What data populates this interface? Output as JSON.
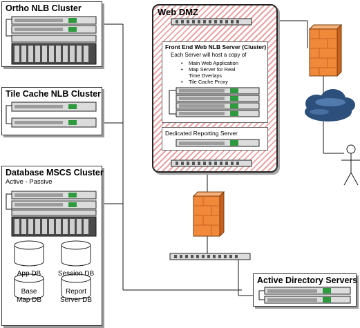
{
  "panels": {
    "ortho": {
      "title": "Ortho NLB Cluster"
    },
    "tile": {
      "title": "Tile Cache NLB Cluster"
    },
    "database": {
      "title": "Database MSCS Cluster",
      "mode": "Active - Passive",
      "databases": [
        "App DB",
        "Session DB",
        "Base\nMap DB",
        "Report\nServer DB"
      ]
    },
    "active_directory": {
      "title": "Active Directory Servers"
    }
  },
  "dmz": {
    "title": "Web DMZ",
    "front_end": {
      "title": "Front End Web NLB Server (Cluster)",
      "intro": "Each Server will host a copy of",
      "bullets": [
        "Main Web Application",
        "Map Server for Real",
        "Time Overlays",
        "Tile Cache Proxy"
      ]
    },
    "reporting": {
      "title": "Dedicated Reporting Server"
    }
  },
  "icons": [
    "firewall-icon",
    "cloud-icon",
    "user-icon",
    "server-icon",
    "switch-icon",
    "database-icon",
    "disk-array-icon"
  ],
  "colors": {
    "dmz_hatch": "#e7a2a2",
    "firewall": "#f08a3a",
    "cloud": "#2c4f7c"
  }
}
